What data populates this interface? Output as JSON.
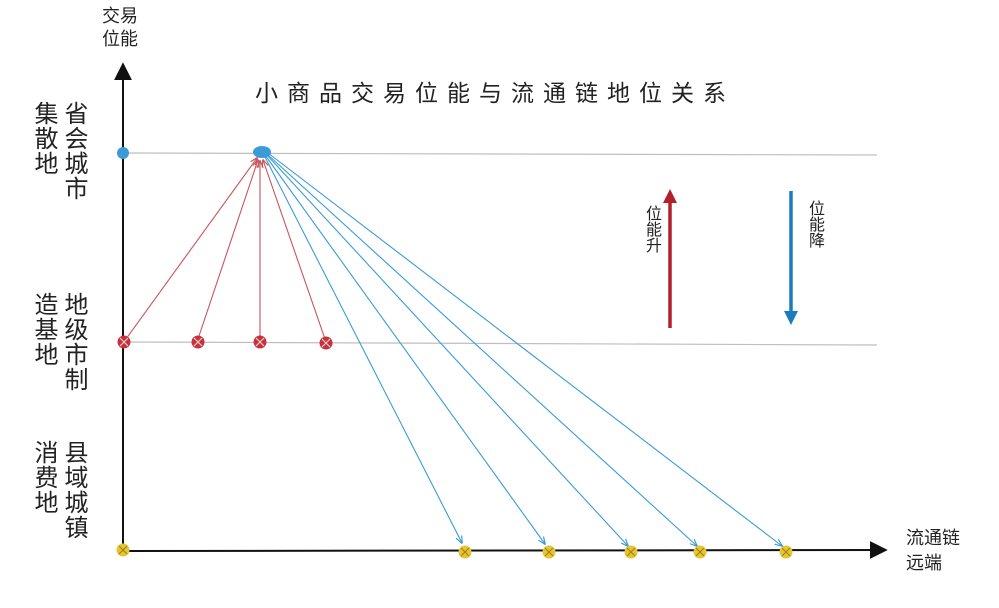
{
  "title": "小商品交易位能与流通链地位关系",
  "y_axis_label_1": "交易",
  "y_axis_label_2": "位能",
  "x_axis_label_1": "流通链",
  "x_axis_label_2": "远端",
  "levels": [
    {
      "key": "top",
      "tier": "省会城市",
      "role": "集散地",
      "color": "#3b9bd6"
    },
    {
      "key": "mid",
      "tier": "地级市制",
      "role": "造基地",
      "color": "#c7313b"
    },
    {
      "key": "bottom",
      "tier": "县域城镇",
      "role": "消费地",
      "color": "#e6c433"
    }
  ],
  "legend": {
    "up_label": "位能升",
    "up_color": "#b3202c",
    "down_label": "位能降",
    "down_color": "#1c7cc1"
  },
  "colors": {
    "axis": "#111111",
    "level_line": "#bfbfbf",
    "up_arrow": "#c7555c",
    "down_arrow": "#3b9bd6"
  }
}
